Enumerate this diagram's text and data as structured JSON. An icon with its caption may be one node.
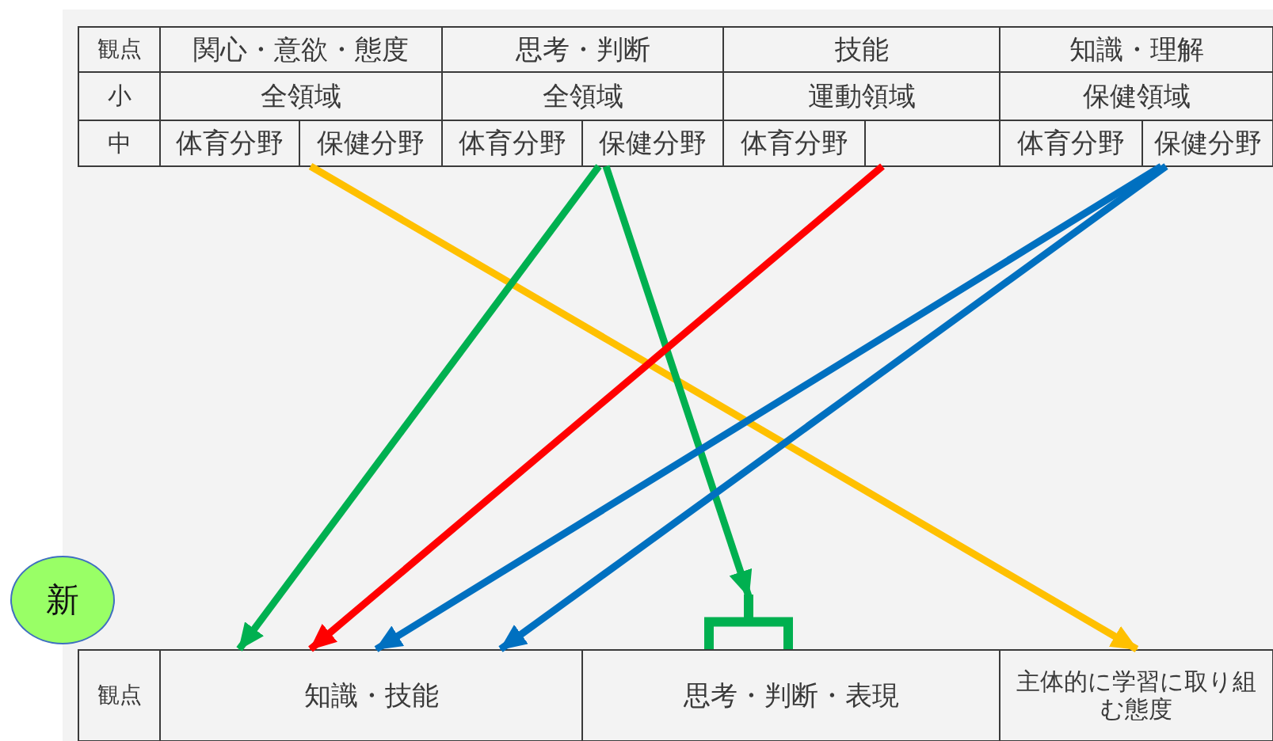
{
  "diagram": {
    "nodes": [
      {
        "text": [
          "観点"
        ]
      },
      {
        "text": [
          "関心・意欲・態度"
        ]
      },
      {
        "text": [
          "思考・判断"
        ]
      },
      {
        "text": [
          "技能"
        ]
      },
      {
        "text": [
          "知識・理解"
        ]
      },
      {
        "text": [
          "小"
        ]
      },
      {
        "text": [
          "全領域"
        ]
      },
      {
        "text": [
          "全領域"
        ]
      },
      {
        "text": [
          "運動領域"
        ]
      },
      {
        "text": [
          "保健領域"
        ]
      },
      {
        "text": [
          "中"
        ]
      },
      {
        "text": [
          "体育分野"
        ]
      },
      {
        "text": [
          "保健分野"
        ]
      },
      {
        "text": [
          "体育分野"
        ]
      },
      {
        "text": [
          "保健分野"
        ]
      },
      {
        "text": [
          "体育分野"
        ]
      },
      {
        "text": [],
        "shape": "box"
      },
      {
        "text": [
          "体育分野"
        ]
      },
      {
        "text": [
          "保健分野"
        ]
      },
      {
        "text": [
          "新"
        ]
      },
      {
        "text": [
          "観点"
        ]
      },
      {
        "text": [
          "知識・技能"
        ]
      },
      {
        "text": [
          "思考・判断・表現"
        ]
      },
      {
        "text": [
          "主体的に学習に取り組む態度"
        ]
      },
      {
        "text": [],
        "shape": "bracket"
      }
    ],
    "edges": [
      {
        "from": 12,
        "to": 23,
        "arrow": "to",
        "color": "#ffc000"
      },
      {
        "from": 14,
        "to": 21,
        "arrow": "to",
        "color": "#00b050"
      },
      {
        "from": 14,
        "to": 24,
        "arrow": "to",
        "color": "#00b050"
      },
      {
        "from": 16,
        "to": 21,
        "arrow": "to",
        "color": "#ff0000"
      },
      {
        "from": 18,
        "to": 21,
        "arrow": "to",
        "color": "#0070c0"
      },
      {
        "from": 18,
        "to": 21,
        "arrow": "to",
        "color": "#0070c0"
      }
    ]
  }
}
